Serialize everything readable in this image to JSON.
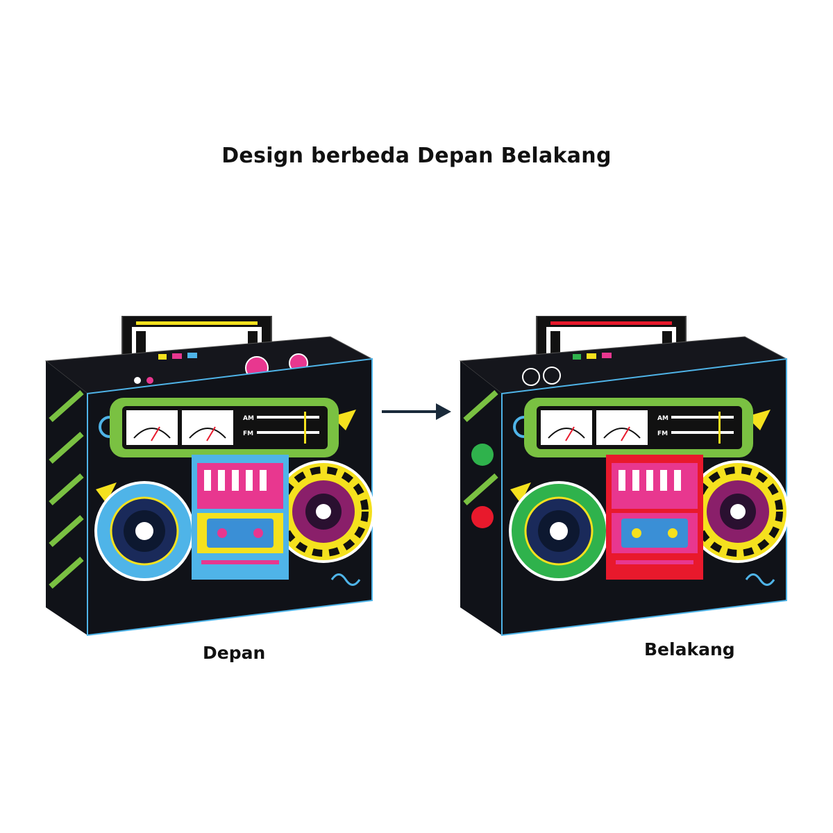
{
  "title": "Design berbeda Depan Belakang",
  "front": {
    "caption": "Depan",
    "tuner_am": "AM",
    "tuner_fm": "FM",
    "handle_color": "#f5e11e",
    "left_speaker_ring": "#4fb4e8",
    "right_speaker_ring": "#f5e11e"
  },
  "back": {
    "caption": "Belakang",
    "tuner_am": "AM",
    "tuner_fm": "FM",
    "handle_color": "#e8192c",
    "left_speaker_ring": "#2fb24c",
    "right_speaker_ring": "#f5e11e"
  },
  "colors": {
    "box_body": "#101218",
    "panel_green": "#7ac142",
    "cassette_pink": "#e8378f",
    "cassette_blue": "#3a8fd6",
    "arrow": "#1a2a3a"
  }
}
